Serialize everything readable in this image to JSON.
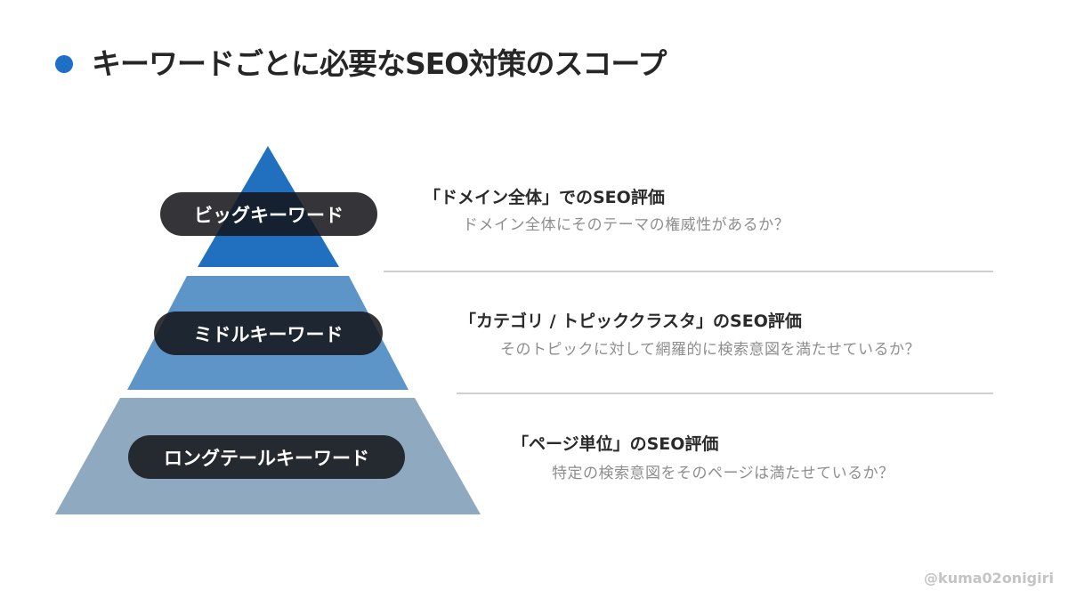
{
  "header": {
    "title": "キーワードごとに必要なSEO対策のスコープ",
    "bullet_color": "#1f6fc4"
  },
  "pyramid": {
    "tiers": [
      {
        "label": "ビッグキーワード",
        "color": "#2170c0"
      },
      {
        "label": "ミドルキーワード",
        "color": "#5e95c8"
      },
      {
        "label": "ロングテールキーワード",
        "color": "#8fa9c1"
      }
    ]
  },
  "descriptions": [
    {
      "heading": "「ドメイン全体」でのSEO評価",
      "sub": "ドメイン全体にそのテーマの権威性があるか？"
    },
    {
      "heading": "「カテゴリ / トピッククラスタ」のSEO評価",
      "sub": "そのトピックに対して網羅的に検索意図を満たせているか？"
    },
    {
      "heading": "「ページ単位」のSEO評価",
      "sub": "特定の検索意図をそのページは満たせているか？"
    }
  ],
  "credit": "@kuma02onigiri"
}
